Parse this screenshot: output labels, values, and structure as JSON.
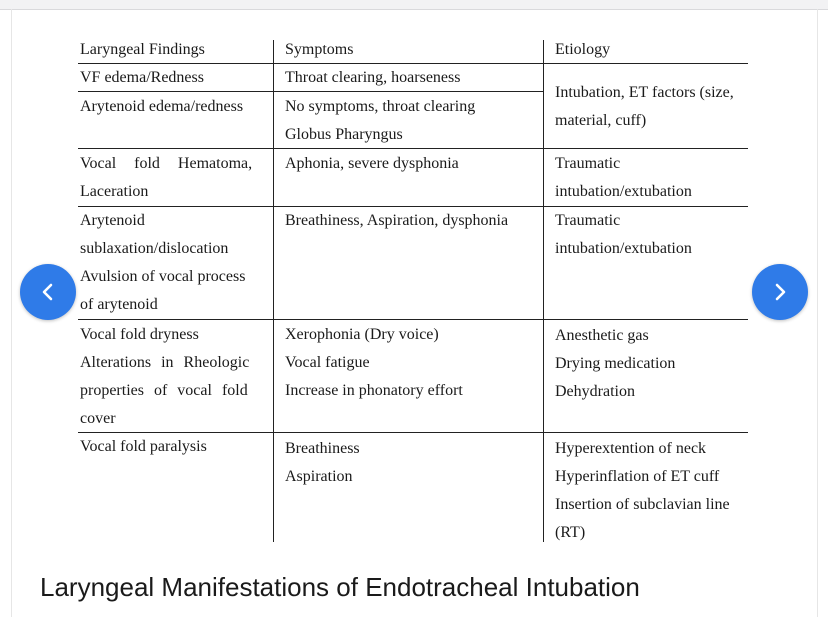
{
  "table": {
    "headers": [
      "Laryngeal Findings",
      "Symptoms",
      "Etiology"
    ],
    "rows": [
      {
        "findings": [
          "VF edema/Redness"
        ],
        "symptoms": [
          "Throat clearing, hoarseness"
        ]
      },
      {
        "findings": [
          "Arytenoid edema/redness"
        ],
        "symptoms": [
          "No symptoms, throat clearing",
          "Globus Pharyngus"
        ]
      },
      {
        "findings": [
          "Vocal fold Hematoma,",
          "Laceration"
        ],
        "symptoms": [
          "Aphonia, severe dysphonia"
        ],
        "etiology": [
          "Traumatic",
          "intubation/extubation"
        ]
      },
      {
        "findings": [
          "Arytenoid",
          "sublaxation/dislocation",
          "Avulsion of vocal process",
          "of arytenoid"
        ],
        "symptoms": [
          "Breathiness, Aspiration, dysphonia"
        ],
        "etiology": [
          "Traumatic",
          "intubation/extubation"
        ]
      },
      {
        "findings": [
          "Vocal fold dryness",
          "Alterations in Rheologic",
          "properties of vocal fold",
          "cover"
        ],
        "symptoms": [
          "Xerophonia (Dry voice)",
          "Vocal fatigue",
          "Increase in phonatory effort"
        ],
        "etiology": [
          "Anesthetic gas",
          "Drying medication",
          "Dehydration"
        ]
      },
      {
        "findings": [
          "Vocal fold paralysis"
        ],
        "symptoms": [
          "Breathiness",
          "Aspiration"
        ],
        "etiology": [
          "Hyperextention of neck",
          "Hyperinflation of ET cuff",
          "Insertion of subclavian line",
          "(RT)"
        ]
      }
    ],
    "shared_etiology": [
      "Intubation, ET factors (size,",
      "material, cuff)"
    ]
  },
  "caption": "Laryngeal Manifestations of Endotracheal Intubation",
  "nav": {
    "prev_icon": "chevron-left-icon",
    "next_icon": "chevron-right-icon",
    "accent": "#2f7be8"
  }
}
